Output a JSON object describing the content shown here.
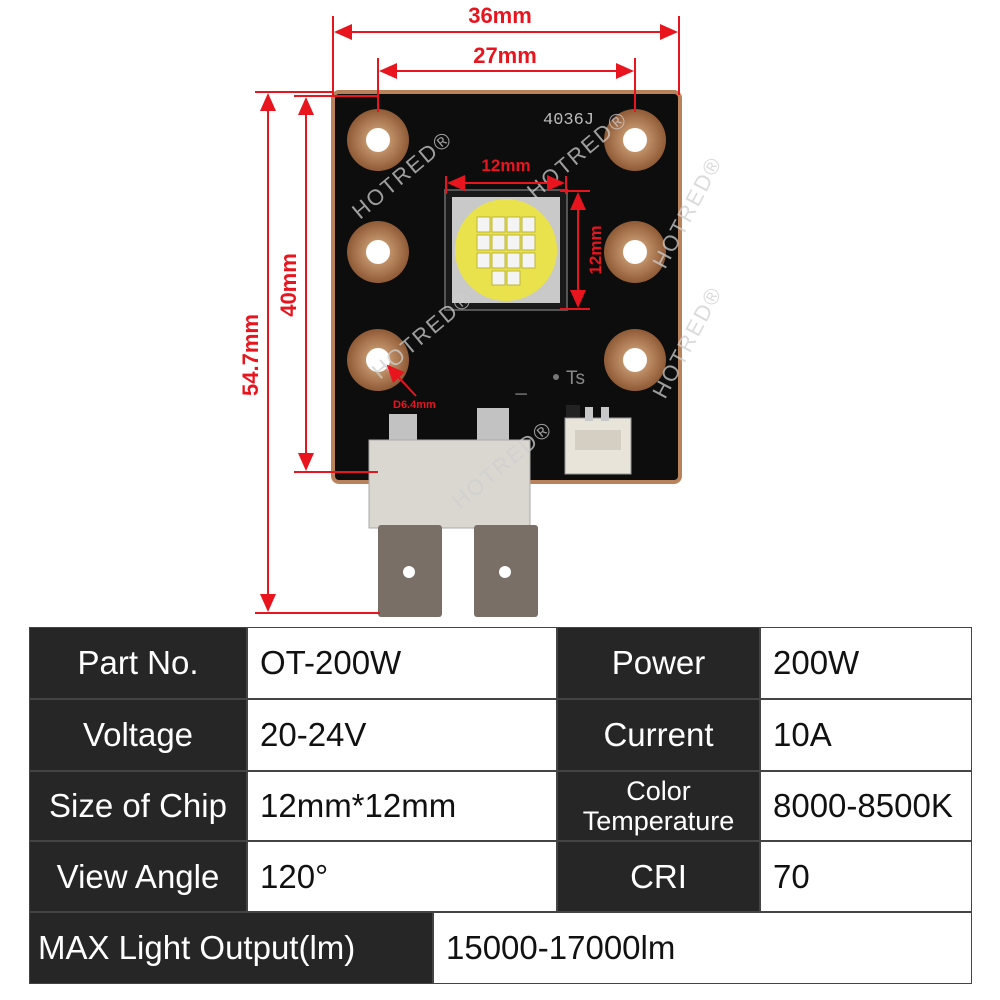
{
  "colors": {
    "dimension": "#e8141e",
    "board": "#0d0d0d",
    "pad": "#b9825a",
    "led": "#e9e24c",
    "header_bg": "#262626"
  },
  "dimensions": {
    "width_outer": "36mm",
    "width_holes": "27mm",
    "chip_width": "12mm",
    "chip_height": "12mm",
    "height_holes": "40mm",
    "height_total": "54.7mm",
    "hole_diameter": "D6.4mm"
  },
  "board": {
    "code": "4036J",
    "ts_label": "Ts",
    "minus": "−"
  },
  "watermark": "HOTRED®",
  "specs": {
    "part_no_label": "Part No.",
    "part_no": "OT-200W",
    "power_label": "Power",
    "power": "200W",
    "voltage_label": "Voltage",
    "voltage": "20-24V",
    "current_label": "Current",
    "current": "10A",
    "chip_size_label": "Size of Chip",
    "chip_size": "12mm*12mm",
    "color_temp_label_1": "Color",
    "color_temp_label_2": "Temperature",
    "color_temp": "8000-8500K",
    "view_angle_label": "View Angle",
    "view_angle": "120°",
    "cri_label": "CRI",
    "cri": "70",
    "light_output_label": "MAX Light Output(lm)",
    "light_output": "15000-17000lm"
  }
}
